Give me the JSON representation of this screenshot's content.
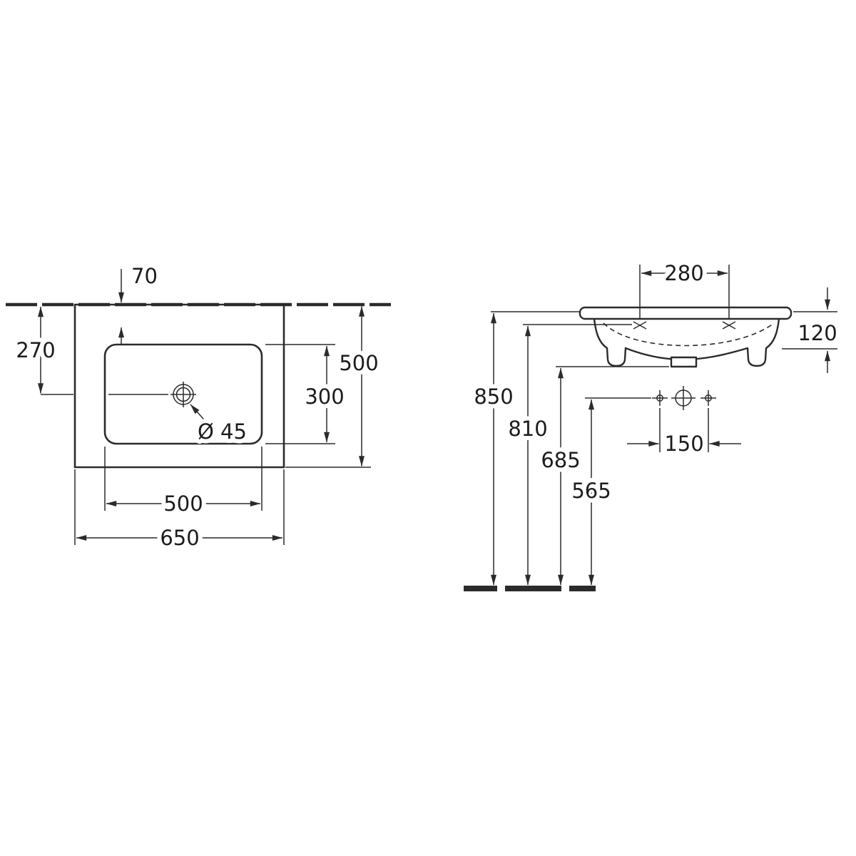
{
  "drawing": {
    "type": "washbasin technical dimension drawing",
    "colors": {
      "line": "#2b2b2b",
      "background": "#ffffff",
      "text": "#1c1c1c"
    },
    "plan_view": {
      "name": "plan view",
      "dims": {
        "tap_hole_offset": "70",
        "drain_center_from_back": "270",
        "overall_depth": "500",
        "bowl_depth": "300",
        "drain_diameter": "Ø 45",
        "bowl_width": "500",
        "overall_width": "650"
      }
    },
    "front_view": {
      "name": "front view",
      "dims": {
        "fixing_hole_spacing": "280",
        "apron_height": "120",
        "rim_height_from_floor": "850",
        "fixing_hole_height": "810",
        "underside_height": "685",
        "connection_height": "565",
        "connection_spacing": "150"
      }
    }
  }
}
